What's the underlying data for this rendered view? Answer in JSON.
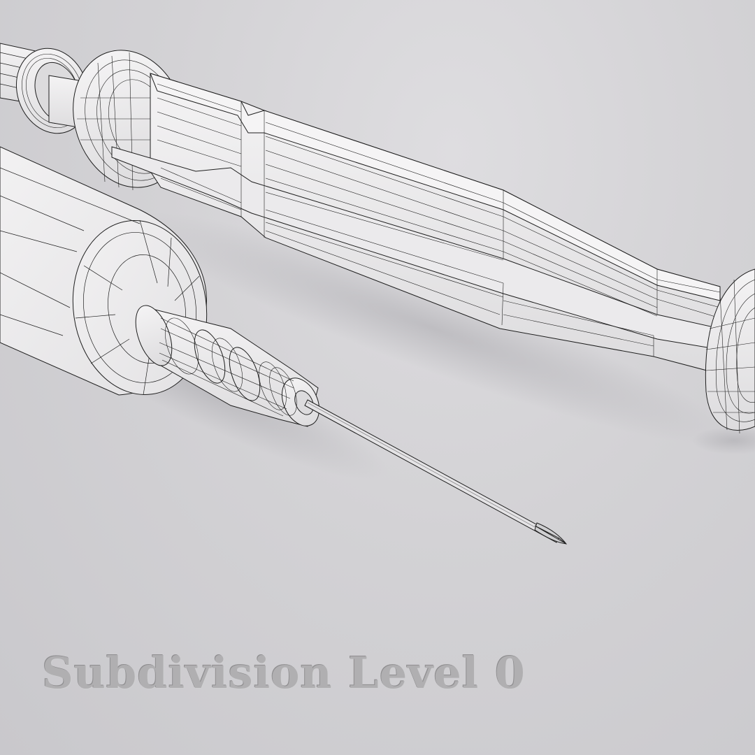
{
  "render": {
    "subject": "syringe",
    "style": "wireframe-over-shaded",
    "caption": "Subdivision Level 0",
    "colors": {
      "background": "#d3d2d5",
      "surface": "#eeedee",
      "wire": "#1e1e1e",
      "shadow": "#b5b4b8",
      "caption_fill": "#b0afb1"
    },
    "parts": [
      {
        "name": "plunger-rod"
      },
      {
        "name": "plunger-thumb-flange"
      },
      {
        "name": "plunger-seal-disc"
      },
      {
        "name": "barrel"
      },
      {
        "name": "luer-hub"
      },
      {
        "name": "needle"
      },
      {
        "name": "needle-bevel-tip"
      }
    ]
  }
}
